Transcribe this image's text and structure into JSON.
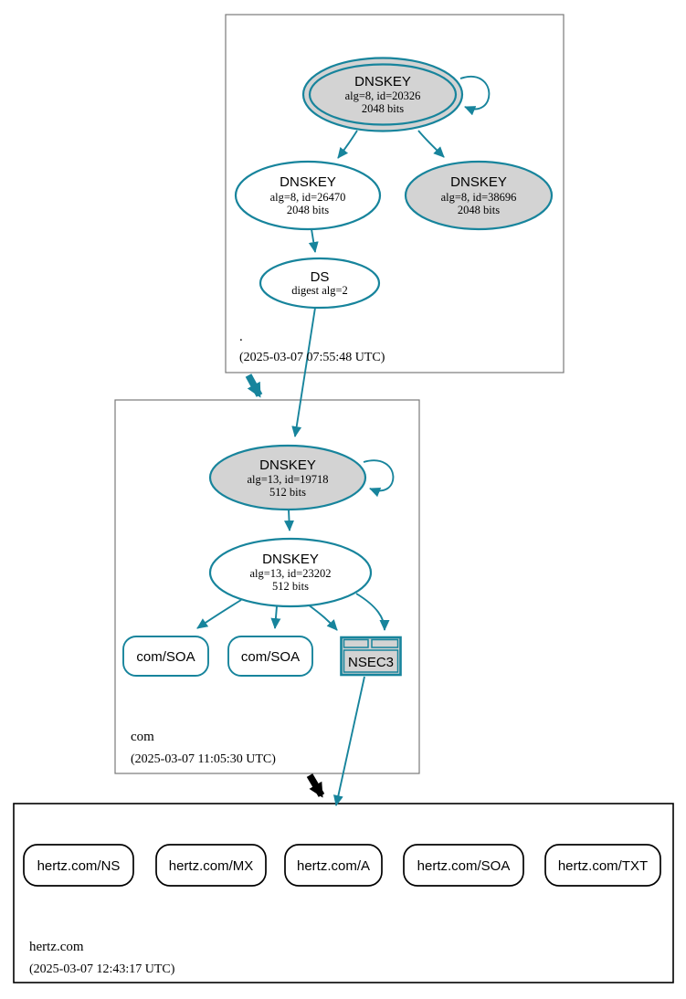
{
  "diagram": {
    "kind": "DNSSEC authentication chain",
    "colors": {
      "edge_teal": "#17849c",
      "node_fill_gray": "#d3d3d3",
      "node_fill_white": "#ffffff",
      "zone_border_gray": "#7a7a7a",
      "delegation_black": "#000000"
    }
  },
  "zones": {
    "root": {
      "label": ".",
      "timestamp": "(2025-03-07 07:55:48 UTC)",
      "nodes": {
        "ksk": {
          "title": "DNSKEY",
          "detail": "alg=8, id=20326",
          "size": "2048 bits"
        },
        "zsk": {
          "title": "DNSKEY",
          "detail": "alg=8, id=26470",
          "size": "2048 bits"
        },
        "key2": {
          "title": "DNSKEY",
          "detail": "alg=8, id=38696",
          "size": "2048 bits"
        },
        "ds": {
          "title": "DS",
          "detail": "digest alg=2"
        }
      }
    },
    "com": {
      "label": "com",
      "timestamp": "(2025-03-07 11:05:30 UTC)",
      "nodes": {
        "ksk": {
          "title": "DNSKEY",
          "detail": "alg=13, id=19718",
          "size": "512 bits"
        },
        "zsk": {
          "title": "DNSKEY",
          "detail": "alg=13, id=23202",
          "size": "512 bits"
        },
        "soa1": {
          "label": "com/SOA"
        },
        "soa2": {
          "label": "com/SOA"
        },
        "nsec3": {
          "label": "NSEC3"
        }
      }
    },
    "hertz": {
      "label": "hertz.com",
      "timestamp": "(2025-03-07 12:43:17 UTC)",
      "rrsets": [
        {
          "label": "hertz.com/NS"
        },
        {
          "label": "hertz.com/MX"
        },
        {
          "label": "hertz.com/A"
        },
        {
          "label": "hertz.com/SOA"
        },
        {
          "label": "hertz.com/TXT"
        }
      ]
    }
  }
}
